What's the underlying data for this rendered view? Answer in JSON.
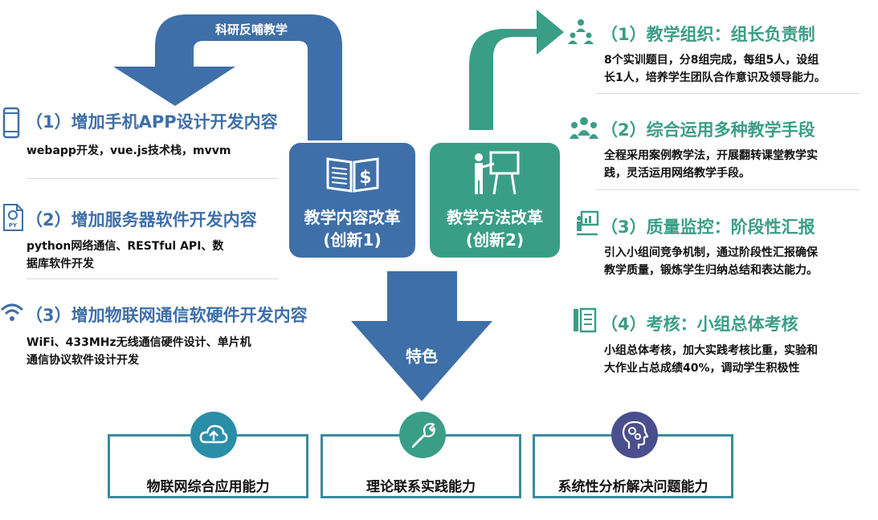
{
  "arrows": {
    "feedback_label": "科研反哺教学",
    "feature_label": "特色"
  },
  "left": {
    "items": [
      {
        "title": "（1）增加手机APP设计开发内容",
        "lines": [
          "webapp开发，vue.js技术栈，mvvm"
        ],
        "icon": "smartphone-icon"
      },
      {
        "title": "（2）增加服务器软件开发内容",
        "lines": [
          "python网络通信、RESTful API、数",
          "据库软件开发"
        ],
        "icon": "python-file-icon"
      },
      {
        "title": "（3）增加物联网通信软硬件开发内容",
        "lines": [
          "WiFi、433MHz无线通信硬件设计、单片机",
          "通信协议软件设计开发"
        ],
        "icon": "wifi-icon"
      }
    ]
  },
  "center": {
    "content_box": {
      "line1": "教学内容改革",
      "line2": "(创新1)"
    },
    "method_box": {
      "line1": "教学方法改革",
      "line2": "(创新2)"
    }
  },
  "right": {
    "items": [
      {
        "title": "（1）教学组织：组长负责制",
        "lines": [
          "8个实训题目，分8组完成，每组5人，设组",
          "长1人，培养学生团队合作意识及领导能力。"
        ],
        "icon": "team-leader-icon"
      },
      {
        "title": "（2）综合运用多种教学手段",
        "lines": [
          "全程采用案例教学法，开展翻转课堂教学实",
          "践，灵活运用网络教学手段。"
        ],
        "icon": "group-icon"
      },
      {
        "title": "（3）质量监控：阶段性汇报",
        "lines": [
          "引入小组间竞争机制，通过阶段性汇报确保",
          "教学质量，锻炼学生归纳总结和表达能力。"
        ],
        "icon": "presentation-icon"
      },
      {
        "title": "（4）考核：小组总体考核",
        "lines": [
          "小组总体考核，加大实践考核比重，实验和",
          "大作业占总成绩40%，调动学生积极性"
        ],
        "icon": "document-icon"
      }
    ]
  },
  "capabilities": [
    {
      "label": "物联网综合应用能力",
      "icon": "cloud-upload-icon"
    },
    {
      "label": "理论联系实践能力",
      "icon": "wrench-icon"
    },
    {
      "label": "系统性分析解决问题能力",
      "icon": "head-gears-icon"
    }
  ],
  "colors": {
    "blue": "#3F6FA8",
    "green": "#3A9E87",
    "teal": "#3A8BA0",
    "purple": "#4A4E8C"
  }
}
